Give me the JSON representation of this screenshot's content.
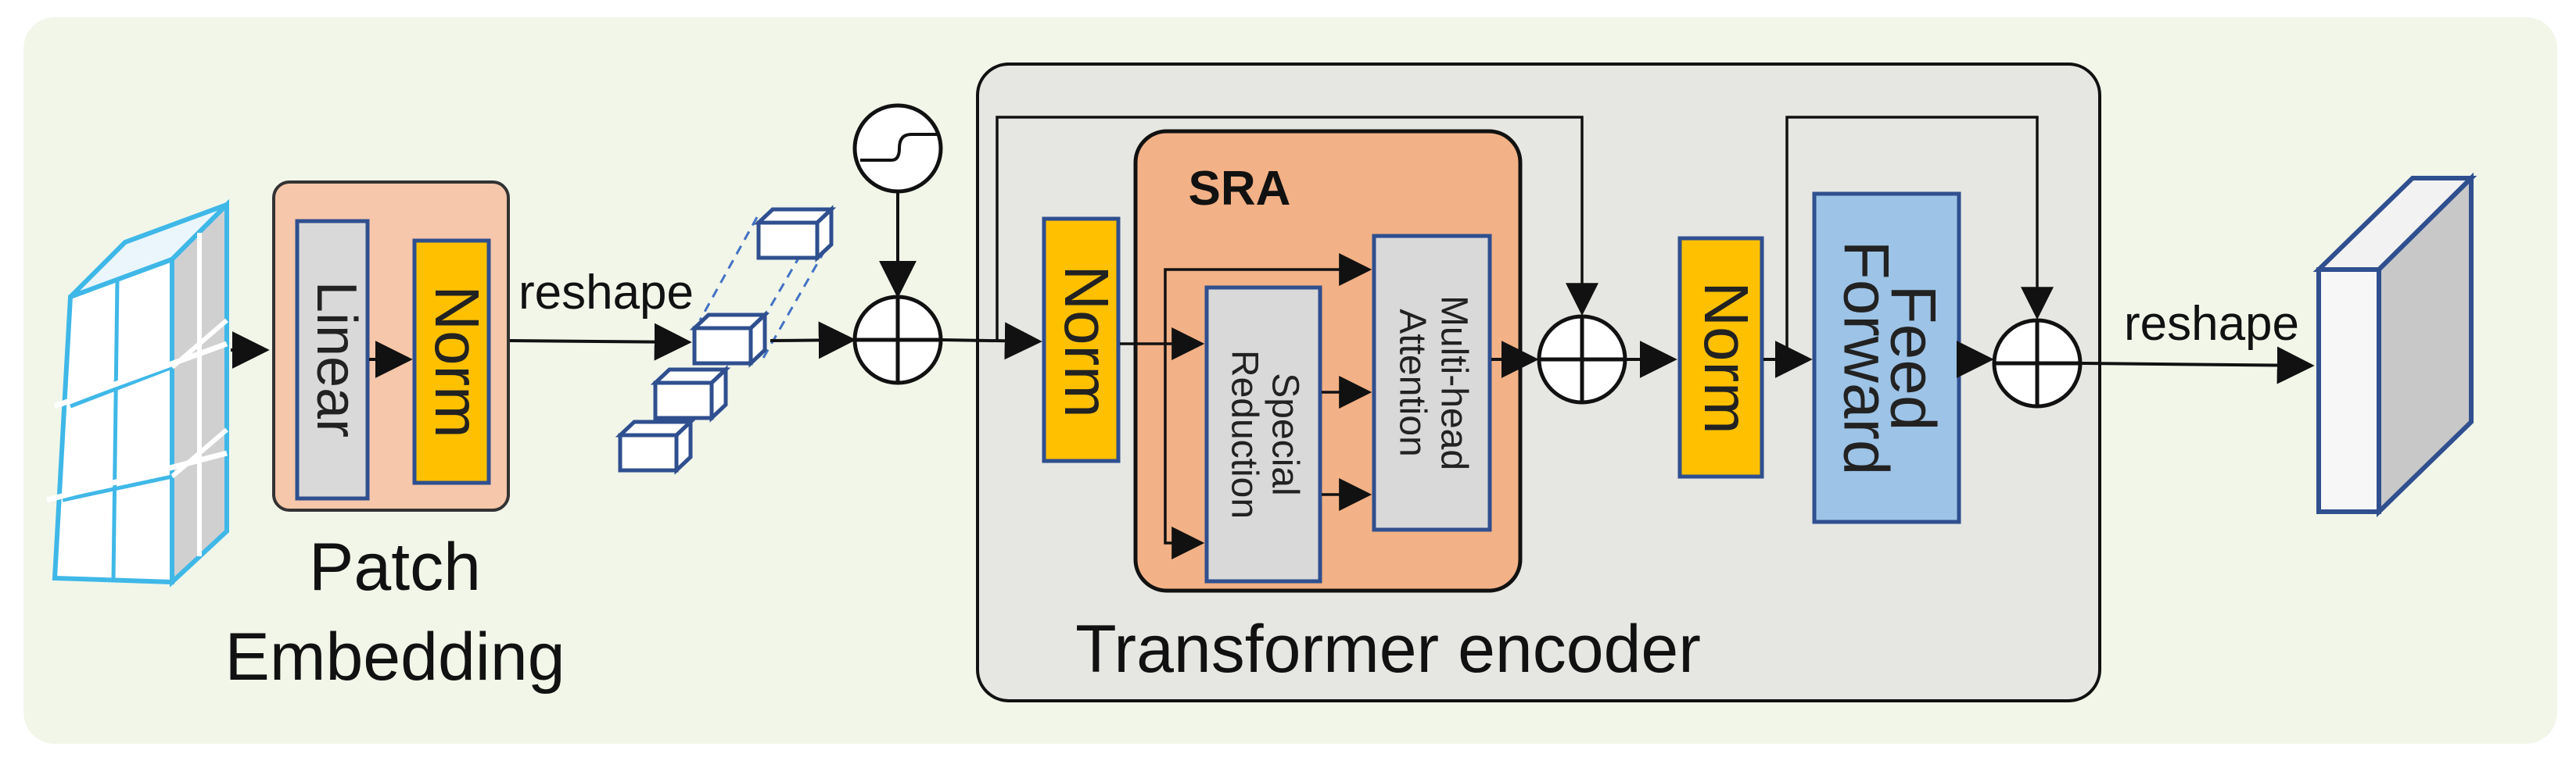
{
  "patch_embedding": {
    "linear_label": "Linear",
    "norm_label": "Norm",
    "caption_line1": "Patch",
    "caption_line2": "Embedding"
  },
  "reshape_in_label": "reshape",
  "transformer": {
    "caption": "Transformer encoder",
    "norm1_label": "Norm",
    "sra": {
      "title": "SRA",
      "sr_line1": "Special",
      "sr_line2": "Reduction",
      "mha_line1": "Multi-head",
      "mha_line2": "Attention"
    },
    "norm2_label": "Norm",
    "ff_line1": "Feed",
    "ff_line2": "Forward"
  },
  "reshape_out_label": "reshape",
  "colors": {
    "background": "#f1f6e9",
    "encoder_fill": "#e6e6e2",
    "embed_fill": "#f6c7aa",
    "sra_fill": "#f2b186",
    "norm_fill": "#ffc000",
    "gray_block": "#d9d9d9",
    "ff_fill": "#9dc3e6",
    "block_stroke": "#2f4f8f",
    "input_cube": "#3fb8e8"
  },
  "icons": [
    "input-feature-map-icon",
    "patch-tokens-icon",
    "position-embedding-icon",
    "add-circle-icon",
    "output-feature-map-icon"
  ]
}
